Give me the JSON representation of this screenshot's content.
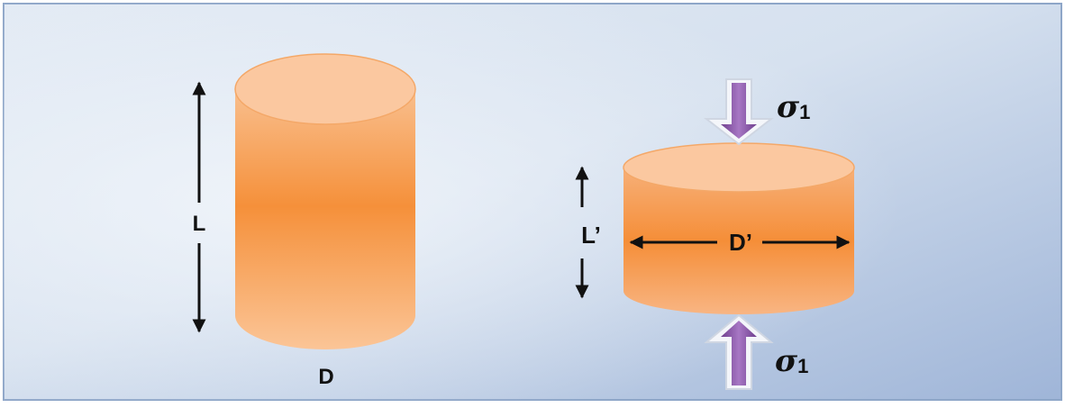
{
  "labels": {
    "original_length": "L",
    "original_diameter": "D",
    "compressed_length": "L’",
    "compressed_diameter": "D’",
    "stress_top": "σ",
    "stress_top_sub": "1",
    "stress_bottom": "σ",
    "stress_bottom_sub": "1"
  },
  "colors": {
    "background_light": "#dbe6f2",
    "background_mid": "#c4d3e8",
    "background_dark": "#9fb4d6",
    "cylinder_body": "#f5923e",
    "cylinder_top": "#fbc79e",
    "arrow_fill": "#8a55a8"
  }
}
